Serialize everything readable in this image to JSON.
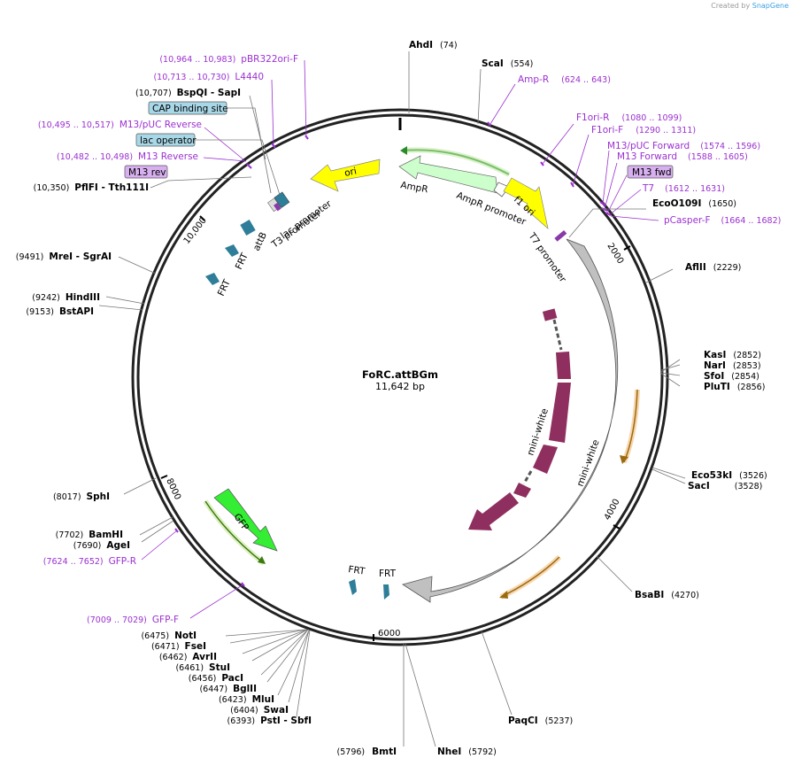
{
  "credit": {
    "prefix": "Created by",
    "brand": "SnapGene"
  },
  "plasmid": {
    "name": "FoRC.attBGm",
    "size_label": "11,642 bp",
    "length": 11642
  },
  "ticks": [
    "2000",
    "4000",
    "6000",
    "8000",
    "10,000"
  ],
  "enzymes": [
    {
      "name": "AhdI",
      "pos": "(74)"
    },
    {
      "name": "ScaI",
      "pos": "(554)"
    },
    {
      "name": "EcoO109I",
      "pos": "(1650)"
    },
    {
      "name": "AflII",
      "pos": "(2229)"
    },
    {
      "name": "KasI",
      "pos": "(2852)"
    },
    {
      "name": "NarI",
      "pos": "(2853)"
    },
    {
      "name": "SfoI",
      "pos": "(2854)"
    },
    {
      "name": "PluTI",
      "pos": "(2856)"
    },
    {
      "name": "Eco53kI",
      "pos": "(3526)"
    },
    {
      "name": "SacI",
      "pos": "(3528)"
    },
    {
      "name": "BsaBI",
      "pos": "(4270)"
    },
    {
      "name": "PaqCI",
      "pos": "(5237)"
    },
    {
      "name": "NheI",
      "pos": "(5792)"
    },
    {
      "name": "BmtI",
      "pos": "(5796)"
    },
    {
      "name": "PstI  - SbfI",
      "pos": "(6393)"
    },
    {
      "name": "SwaI",
      "pos": "(6404)"
    },
    {
      "name": "MluI",
      "pos": "(6423)"
    },
    {
      "name": "BglII",
      "pos": "(6447)"
    },
    {
      "name": "PacI",
      "pos": "(6456)"
    },
    {
      "name": "StuI",
      "pos": "(6461)"
    },
    {
      "name": "AvrII",
      "pos": "(6462)"
    },
    {
      "name": "FseI",
      "pos": "(6471)"
    },
    {
      "name": "NotI",
      "pos": "(6475)"
    },
    {
      "name": "AgeI",
      "pos": "(7690)"
    },
    {
      "name": "BamHI",
      "pos": "(7702)"
    },
    {
      "name": "SphI",
      "pos": "(8017)"
    },
    {
      "name": "BstAPI",
      "pos": "(9153)"
    },
    {
      "name": "HindIII",
      "pos": "(9242)"
    },
    {
      "name": "MreI  - SgrAI",
      "pos": "(9491)"
    },
    {
      "name": "PflFI  - Tth111I",
      "pos": "(10,350)"
    },
    {
      "name": "BspQI  - SapI",
      "pos": "(10,707)"
    }
  ],
  "primers": [
    {
      "name": "Amp-R",
      "pos": "(624 .. 643)"
    },
    {
      "name": "F1ori-R",
      "pos": "(1080 .. 1099)"
    },
    {
      "name": "F1ori-F",
      "pos": "(1290 .. 1311)"
    },
    {
      "name": "M13/pUC Forward",
      "pos": "(1574 .. 1596)"
    },
    {
      "name": "M13 Forward",
      "pos": "(1588 .. 1605)"
    },
    {
      "name": "M13 fwd",
      "pos": ""
    },
    {
      "name": "T7",
      "pos": "(1612 .. 1631)"
    },
    {
      "name": "pCasper-F",
      "pos": "(1664 .. 1682)"
    },
    {
      "name": "GFP-R",
      "pos": "(7624 .. 7652)"
    },
    {
      "name": "GFP-F",
      "pos": "(7009 .. 7029)"
    },
    {
      "name": "M13 rev",
      "pos": ""
    },
    {
      "name": "M13 Reverse",
      "pos": "(10,482 .. 10,498)"
    },
    {
      "name": "M13/pUC Reverse",
      "pos": "(10,495 .. 10,517)"
    },
    {
      "name": "L4440",
      "pos": "(10,713 .. 10,730)"
    },
    {
      "name": "pBR322ori-F",
      "pos": "(10,964 .. 10,983)"
    }
  ],
  "boxed_features": [
    "CAP binding site",
    "lac operator"
  ],
  "features": [
    "ori",
    "AmpR",
    "AmpR promoter",
    "f1 ori",
    "T7 promoter",
    "mini-white",
    "mini-white",
    "GFP",
    "FRT",
    "FRT",
    "FRT",
    "FRT",
    "attB",
    "lac promoter",
    "T3 promoter"
  ],
  "colors": {
    "backbone": "#222222",
    "primer": "#9b30d0",
    "ori": "#ffff00",
    "ampr": "#ccffcc",
    "f1ori": "#ffff00",
    "miniwhite": "#c0c0c0",
    "exon": "#8f2f5f",
    "gfp": "#33ee33",
    "frt": "#2e7e99",
    "boxed": "#a8d8e8",
    "m13box": "#d8b0f0"
  }
}
